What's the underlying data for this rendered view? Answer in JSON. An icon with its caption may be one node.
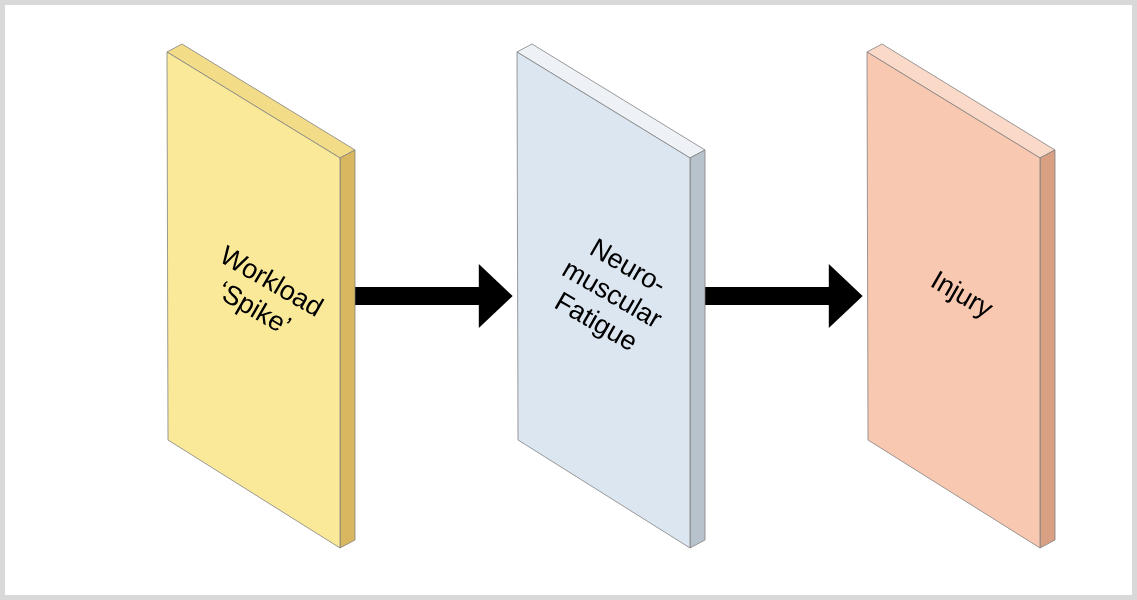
{
  "diagram": {
    "nodes": [
      {
        "text": [
          "Workload ‘Spike’"
        ]
      },
      {
        "text": [
          "Neuro-muscular Fatigue"
        ]
      },
      {
        "text": [
          "Injury"
        ]
      }
    ],
    "edges": [
      {
        "from": 0,
        "to": 1,
        "arrow": "to"
      },
      {
        "from": 1,
        "to": 2,
        "arrow": "to"
      }
    ]
  }
}
